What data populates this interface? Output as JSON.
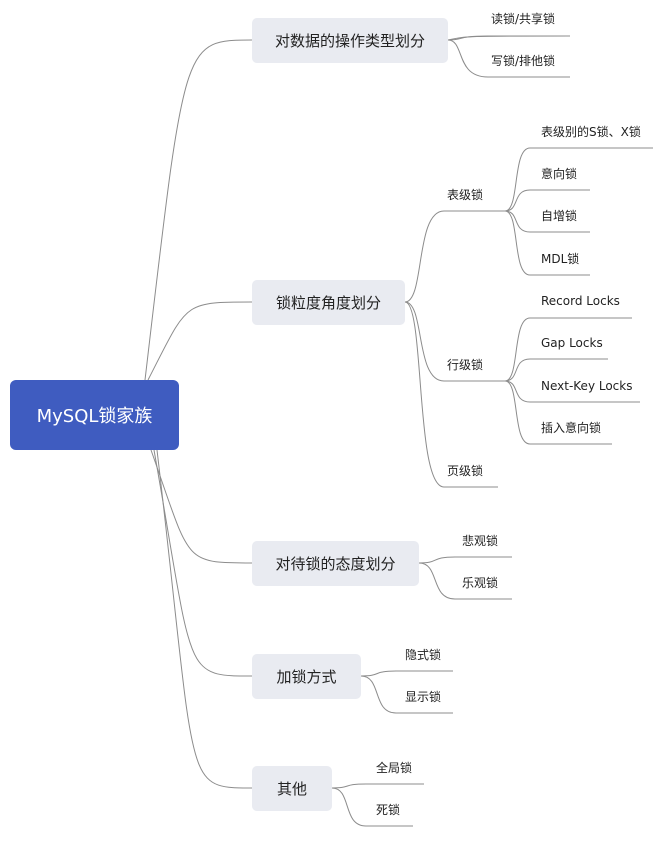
{
  "root": {
    "label": "MySQL锁家族"
  },
  "categories": [
    {
      "label": "对数据的操作类型划分",
      "children": [
        "读锁/共享锁",
        "写锁/排他锁"
      ]
    },
    {
      "label": "锁粒度角度划分",
      "groups": [
        {
          "label": "表级锁",
          "children": [
            "表级别的S锁、X锁",
            "意向锁",
            "自增锁",
            "MDL锁"
          ]
        },
        {
          "label": "行级锁",
          "children": [
            "Record Locks",
            "Gap Locks",
            "Next-Key Locks",
            "插入意向锁"
          ]
        },
        {
          "label": "页级锁"
        }
      ]
    },
    {
      "label": "对待锁的态度划分",
      "children": [
        "悲观锁",
        "乐观锁"
      ]
    },
    {
      "label": "加锁方式",
      "children": [
        "隐式锁",
        "显示锁"
      ]
    },
    {
      "label": "其他",
      "children": [
        "全局锁",
        "死锁"
      ]
    }
  ],
  "colors": {
    "root_fill": "#3f5cc0",
    "category_fill": "#e9ebf1",
    "line": "#8c8c8c"
  }
}
